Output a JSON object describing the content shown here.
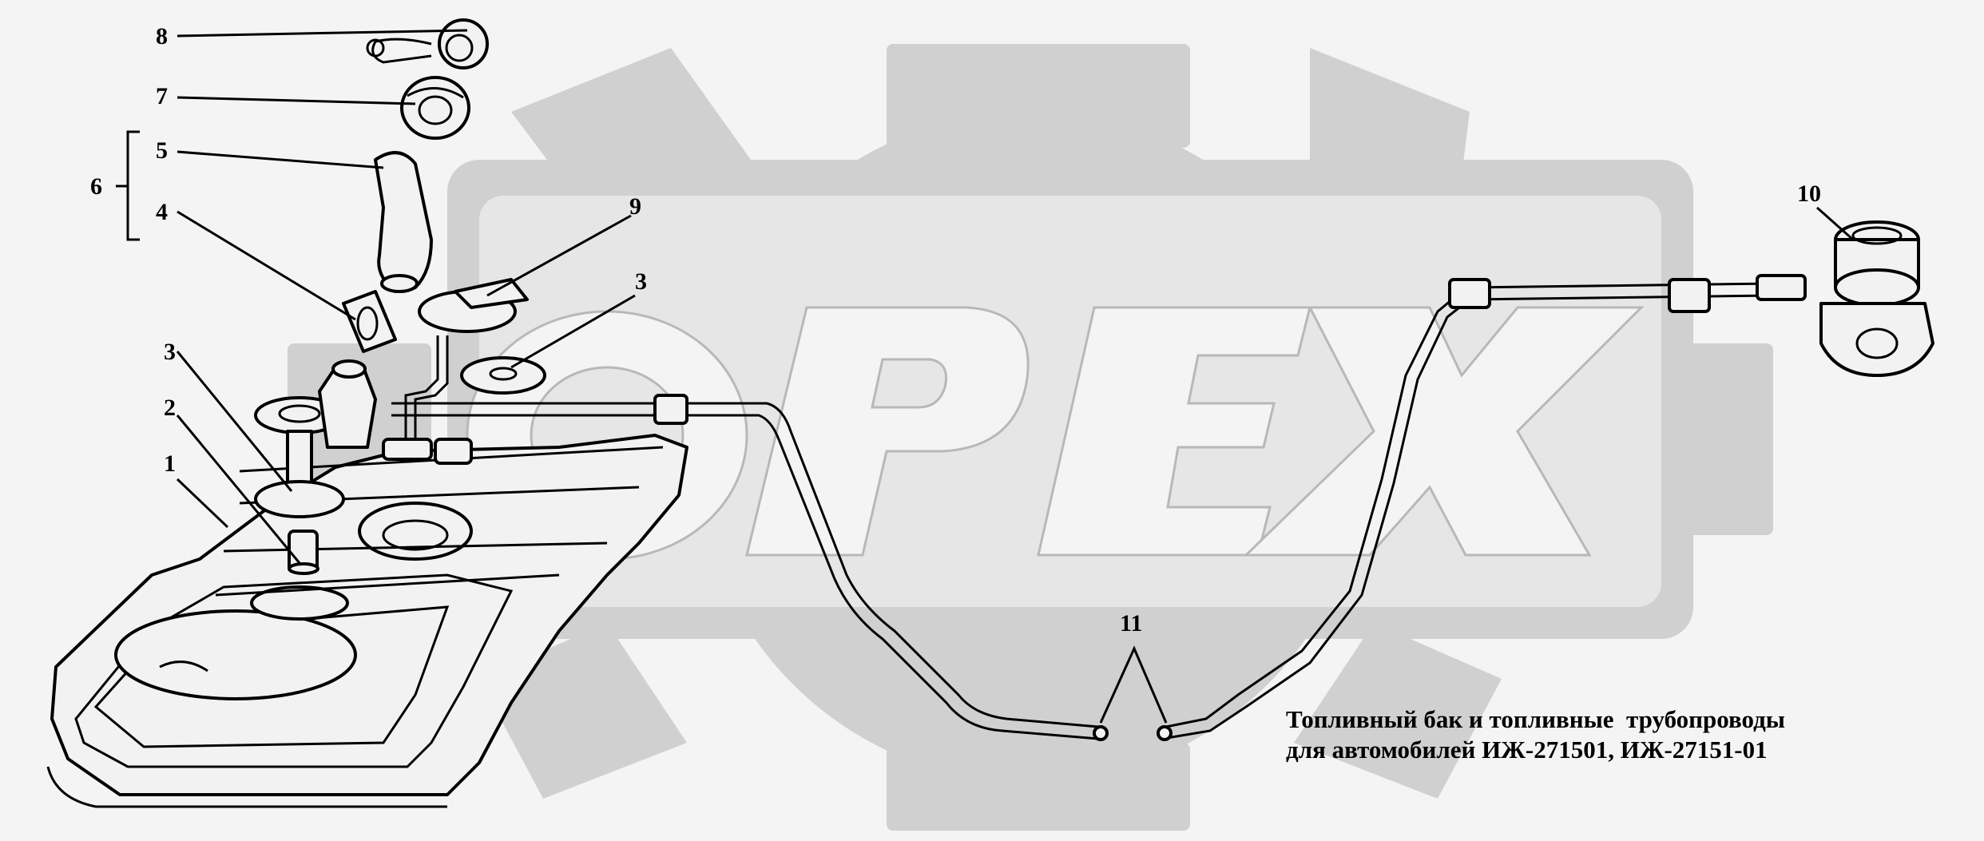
{
  "watermark": {
    "text": "OPEX"
  },
  "callouts": [
    {
      "id": "1",
      "label": "1"
    },
    {
      "id": "2",
      "label": "2"
    },
    {
      "id": "3a",
      "label": "3"
    },
    {
      "id": "3b",
      "label": "3"
    },
    {
      "id": "4",
      "label": "4"
    },
    {
      "id": "5",
      "label": "5"
    },
    {
      "id": "6",
      "label": "6"
    },
    {
      "id": "7",
      "label": "7"
    },
    {
      "id": "8",
      "label": "8"
    },
    {
      "id": "9",
      "label": "9"
    },
    {
      "id": "10",
      "label": "10"
    },
    {
      "id": "11",
      "label": "11"
    }
  ],
  "caption": {
    "line1": "Топливный бак и топливные  трубопроводы",
    "line2": "для автомобилей ИЖ-271501, ИЖ-27151-01"
  }
}
